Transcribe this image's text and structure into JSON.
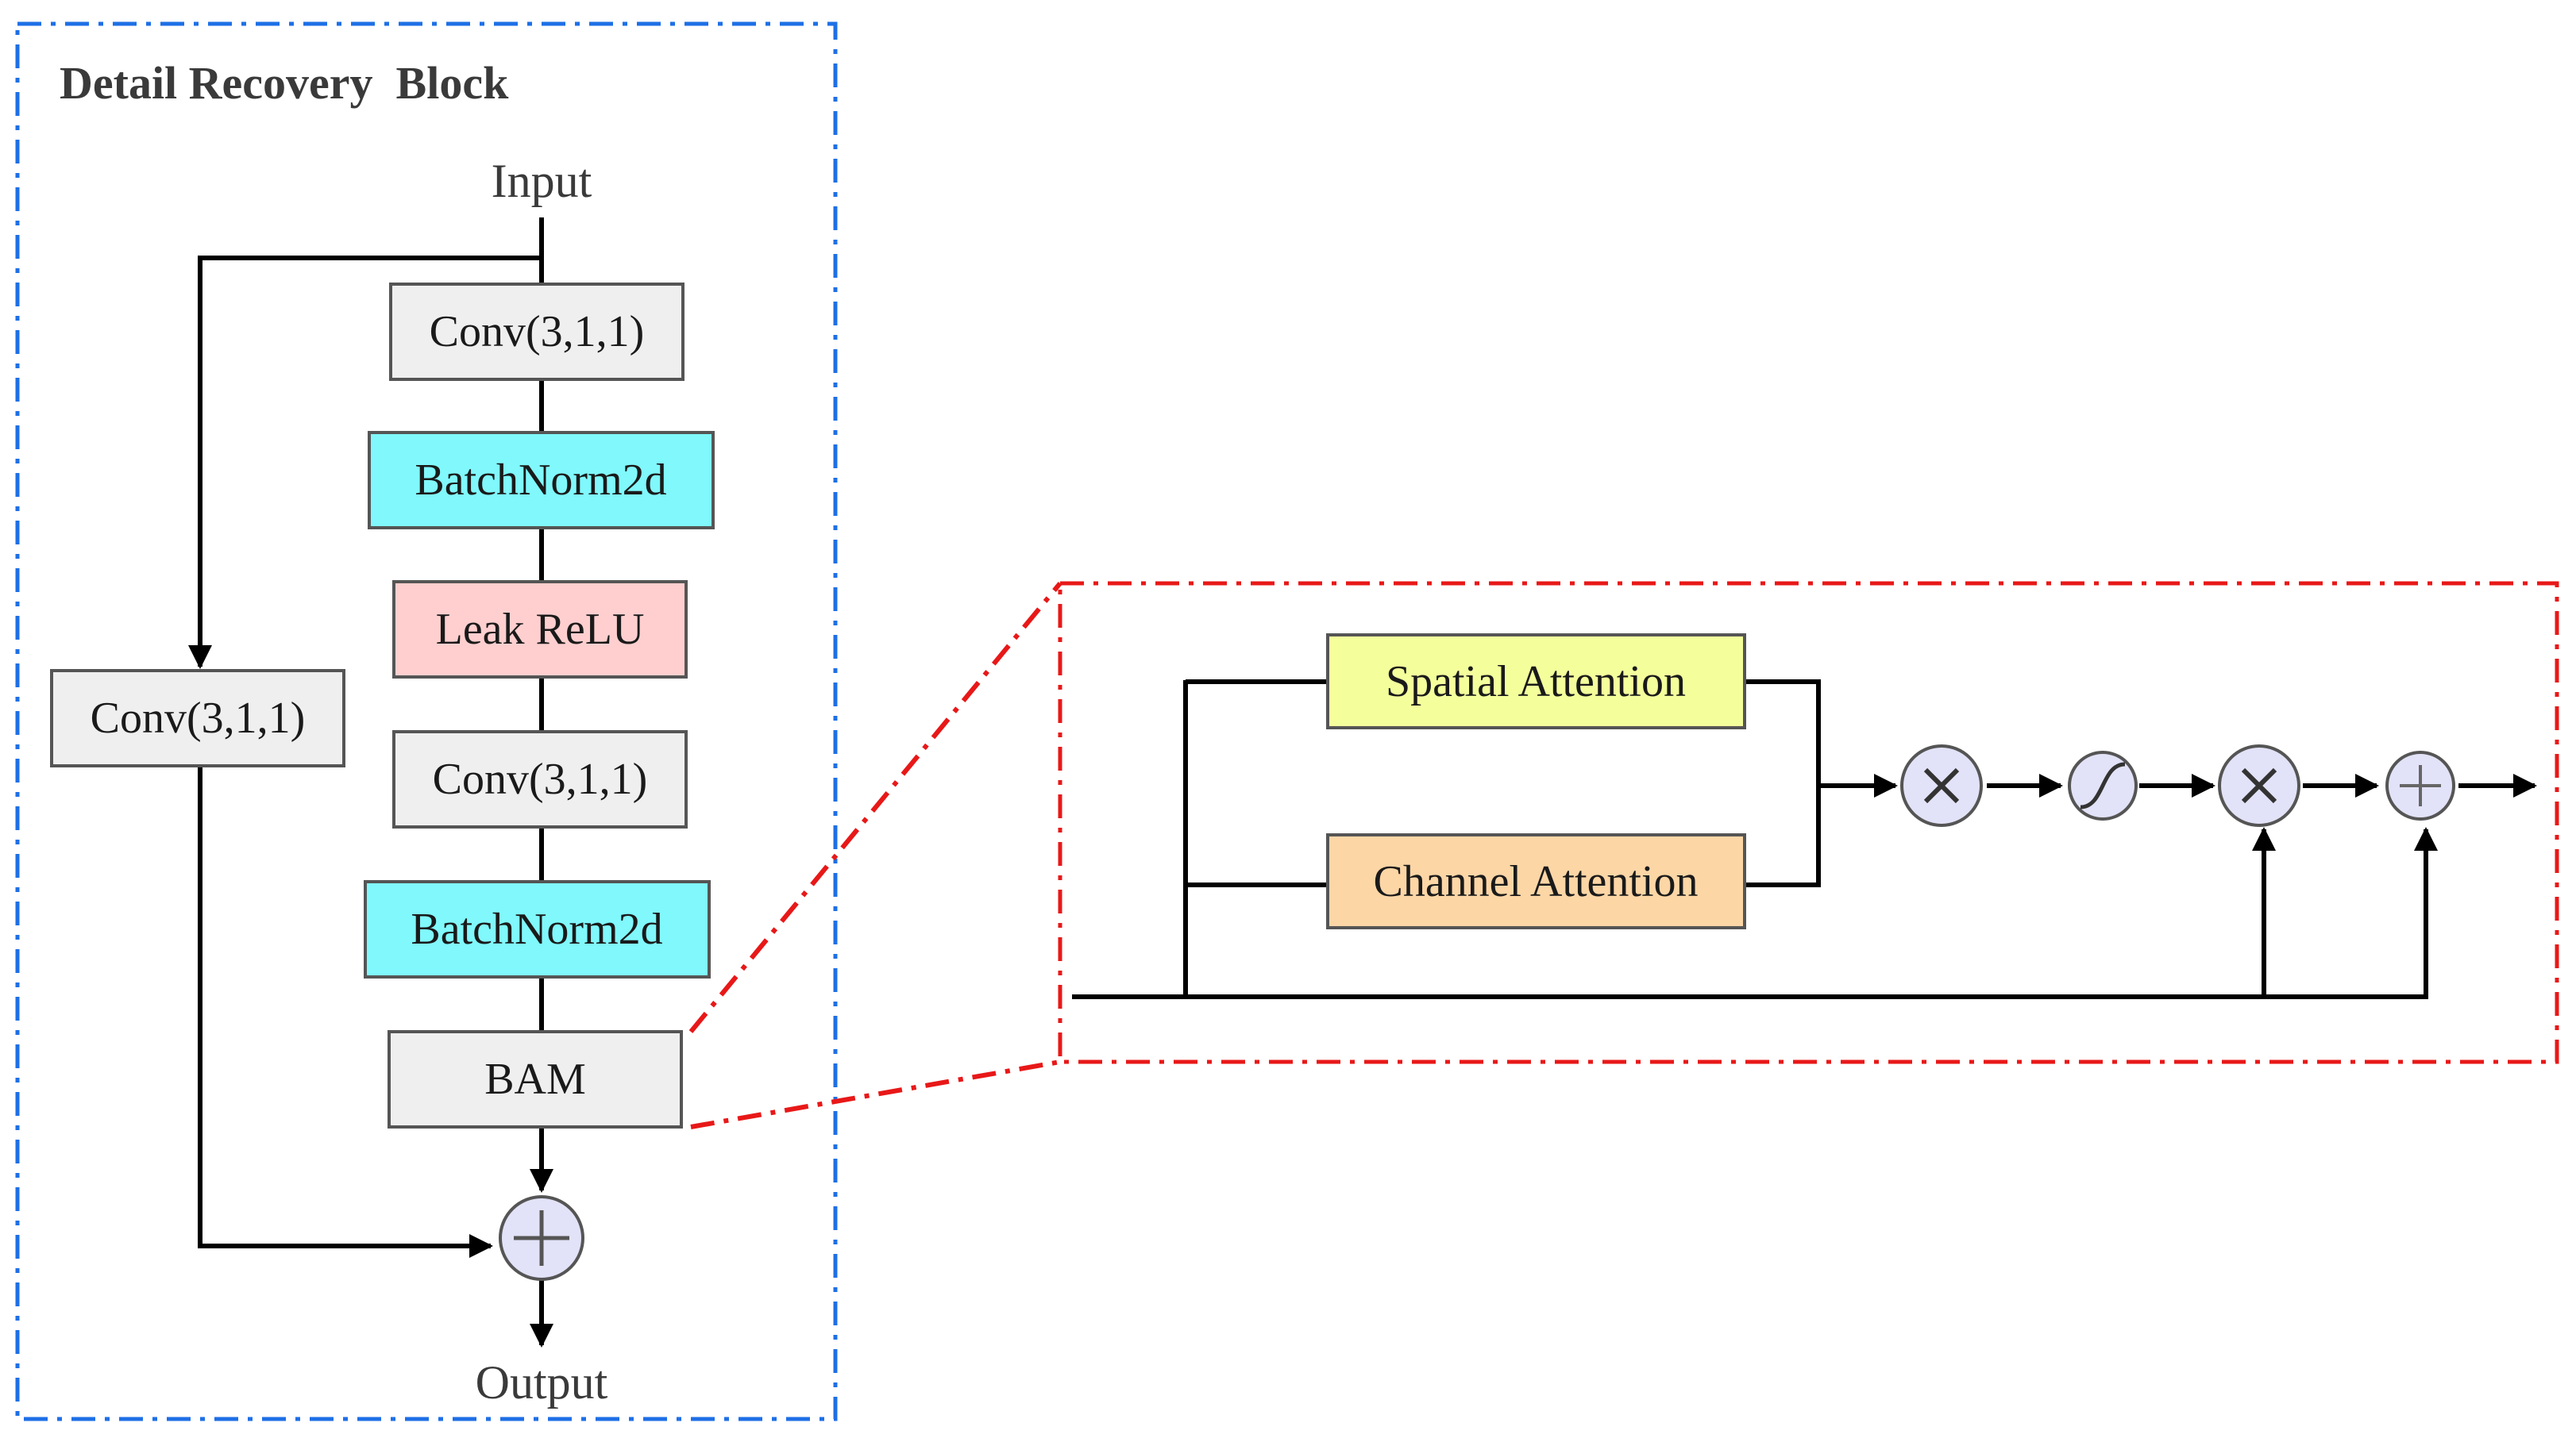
{
  "block": {
    "title": "Detail Recovery  Block",
    "input_label": "Input",
    "output_label": "Output"
  },
  "main_path": [
    {
      "label": "Conv(3,1,1)",
      "color": "#efefef"
    },
    {
      "label": "BatchNorm2d",
      "color": "#80f8fc"
    },
    {
      "label": "Leak ReLU",
      "color": "#ffcfcf"
    },
    {
      "label": "Conv(3,1,1)",
      "color": "#efefef"
    },
    {
      "label": "BatchNorm2d",
      "color": "#80f8fc"
    },
    {
      "label": "BAM",
      "color": "#efefef"
    }
  ],
  "skip_path": {
    "label": "Conv(3,1,1)",
    "color": "#efefef"
  },
  "bam_detail": {
    "spatial_label": "Spatial Attention",
    "spatial_color": "#f4ff9c",
    "channel_label": "Channel Attention",
    "channel_color": "#fdd6a6"
  },
  "colors": {
    "block_border": "#1e6fe6",
    "zoom_border": "#e81818",
    "operator_fill": "#e2e2f8"
  },
  "icons": [
    "add-icon",
    "multiply-icon",
    "sigmoid-icon"
  ]
}
